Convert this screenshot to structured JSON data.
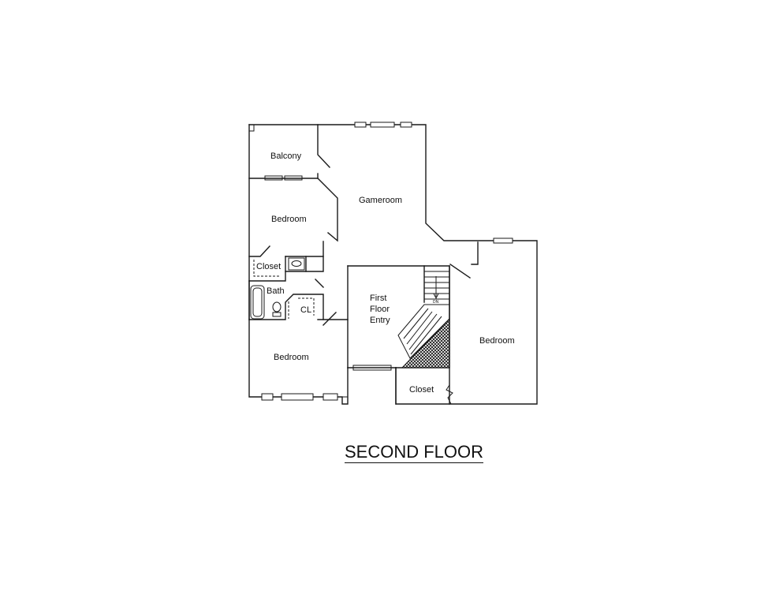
{
  "plan": {
    "title": "SECOND FLOOR",
    "rooms": {
      "balcony": "Balcony",
      "gameroom": "Gameroom",
      "bedroom_upper_left": "Bedroom",
      "closet_left": "Closet",
      "bath": "Bath",
      "cl": "CL",
      "first_floor_entry_line1": "First",
      "first_floor_entry_line2": "Floor",
      "first_floor_entry_line3": "Entry",
      "bedroom_lower_left": "Bedroom",
      "bedroom_right": "Bedroom",
      "closet_bottom": "Closet"
    },
    "stair_direction": "DN"
  },
  "style": {
    "line_color": "#1a1a1a",
    "background": "#ffffff"
  }
}
